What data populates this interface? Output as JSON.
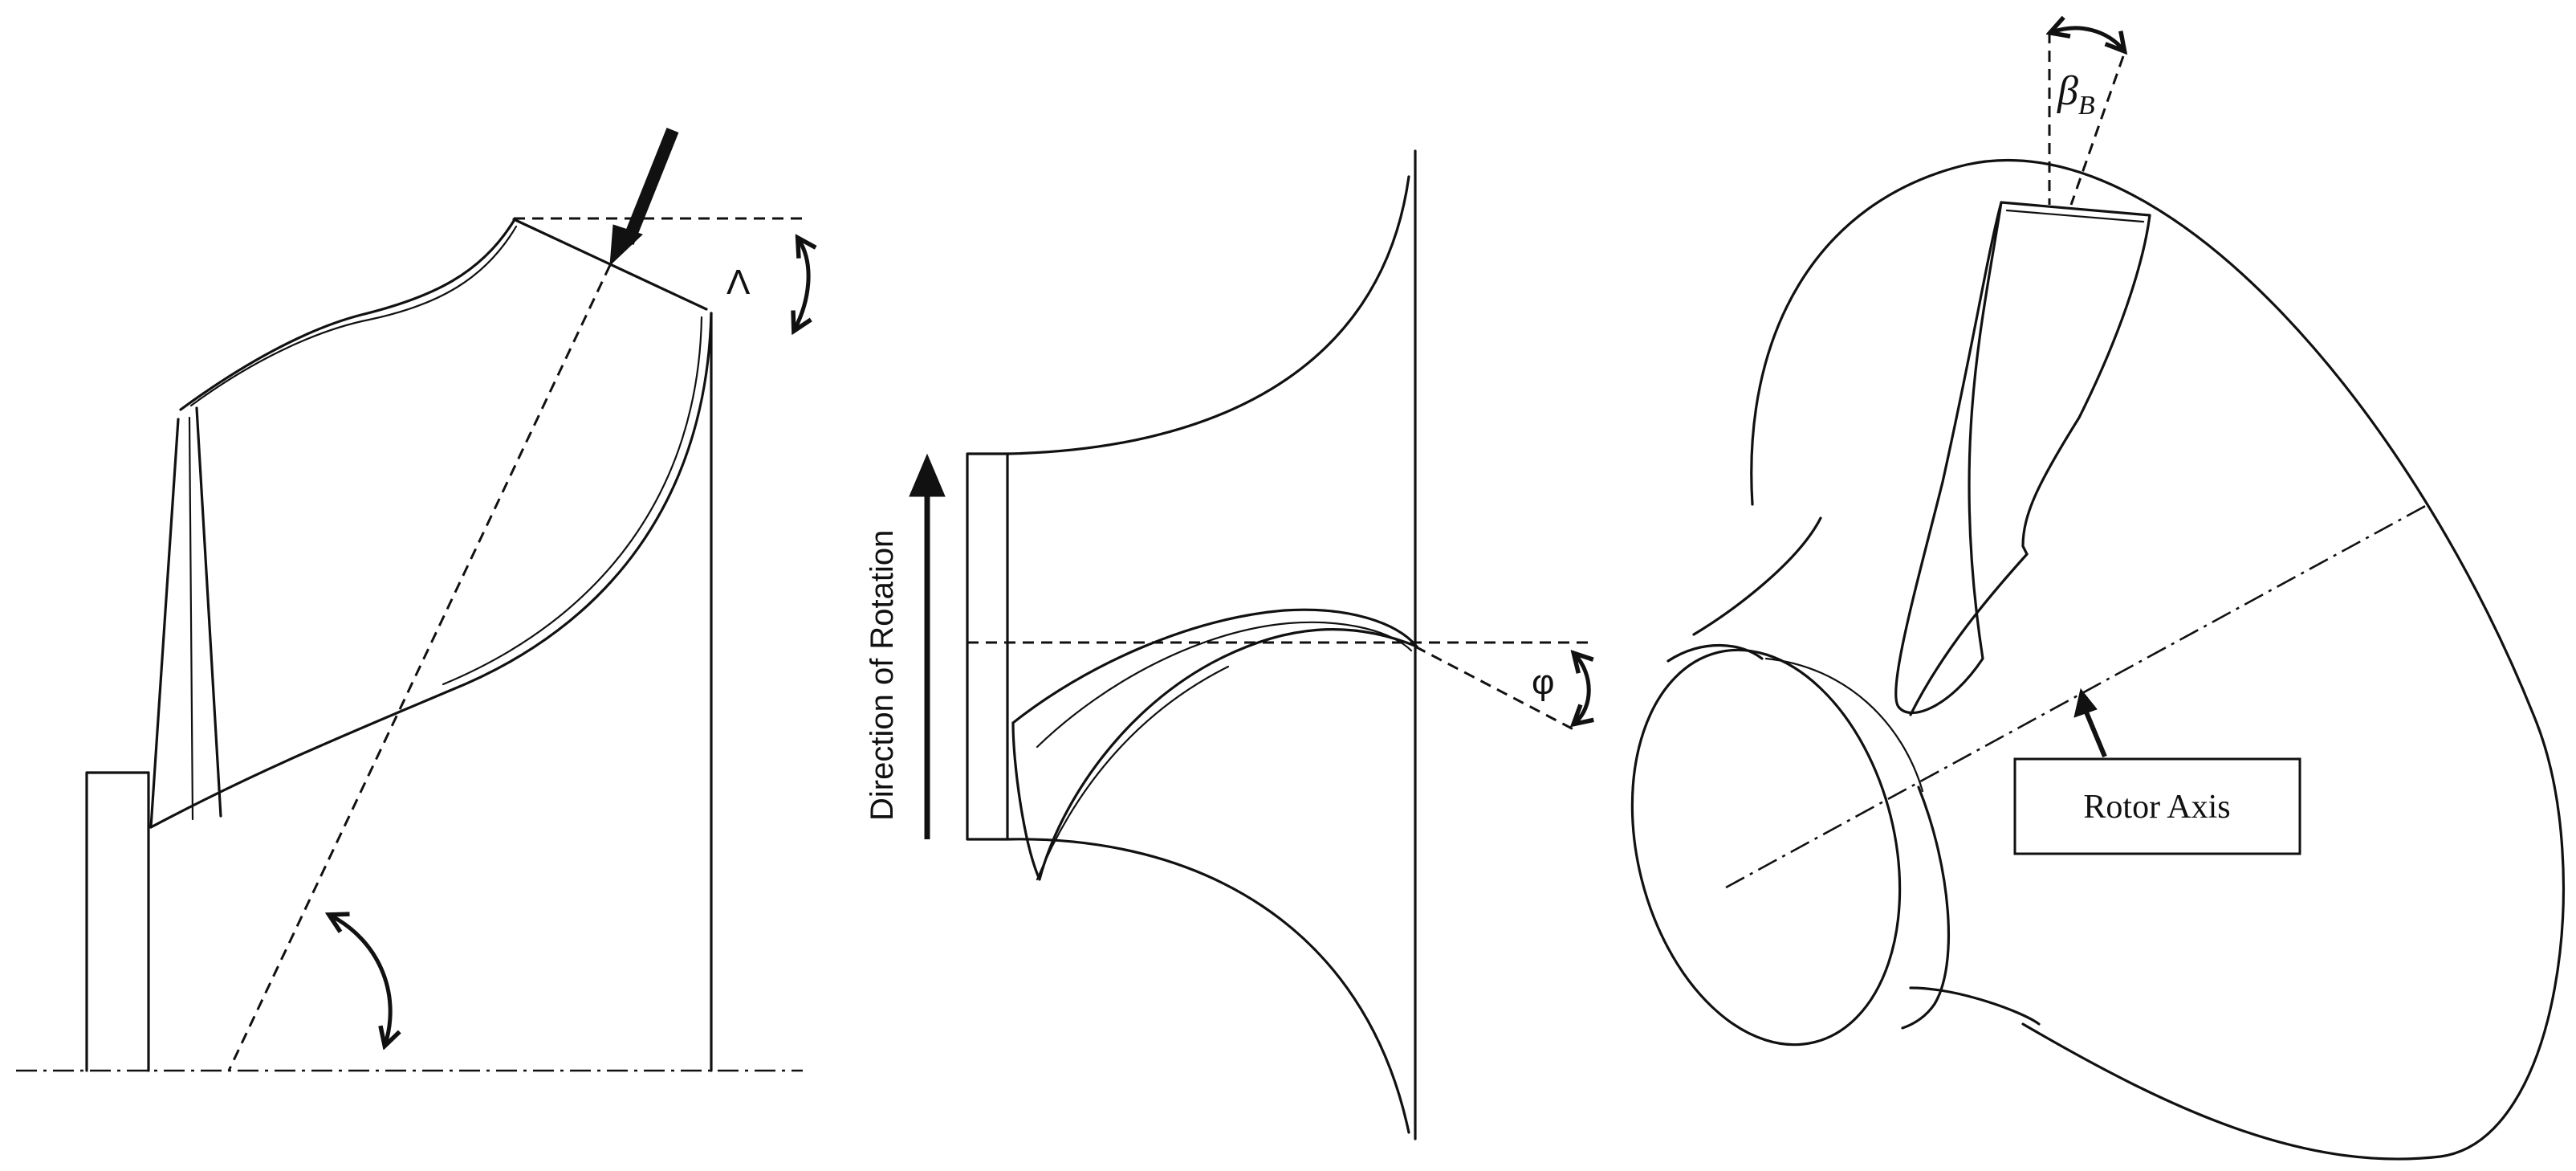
{
  "labels": {
    "sweep_symbol": "Λ",
    "rotation_label": "Direction of Rotation",
    "lean_symbol": "φ",
    "beta_symbol": "β",
    "beta_subscript": "B",
    "rotor_axis_label": "Rotor Axis"
  }
}
